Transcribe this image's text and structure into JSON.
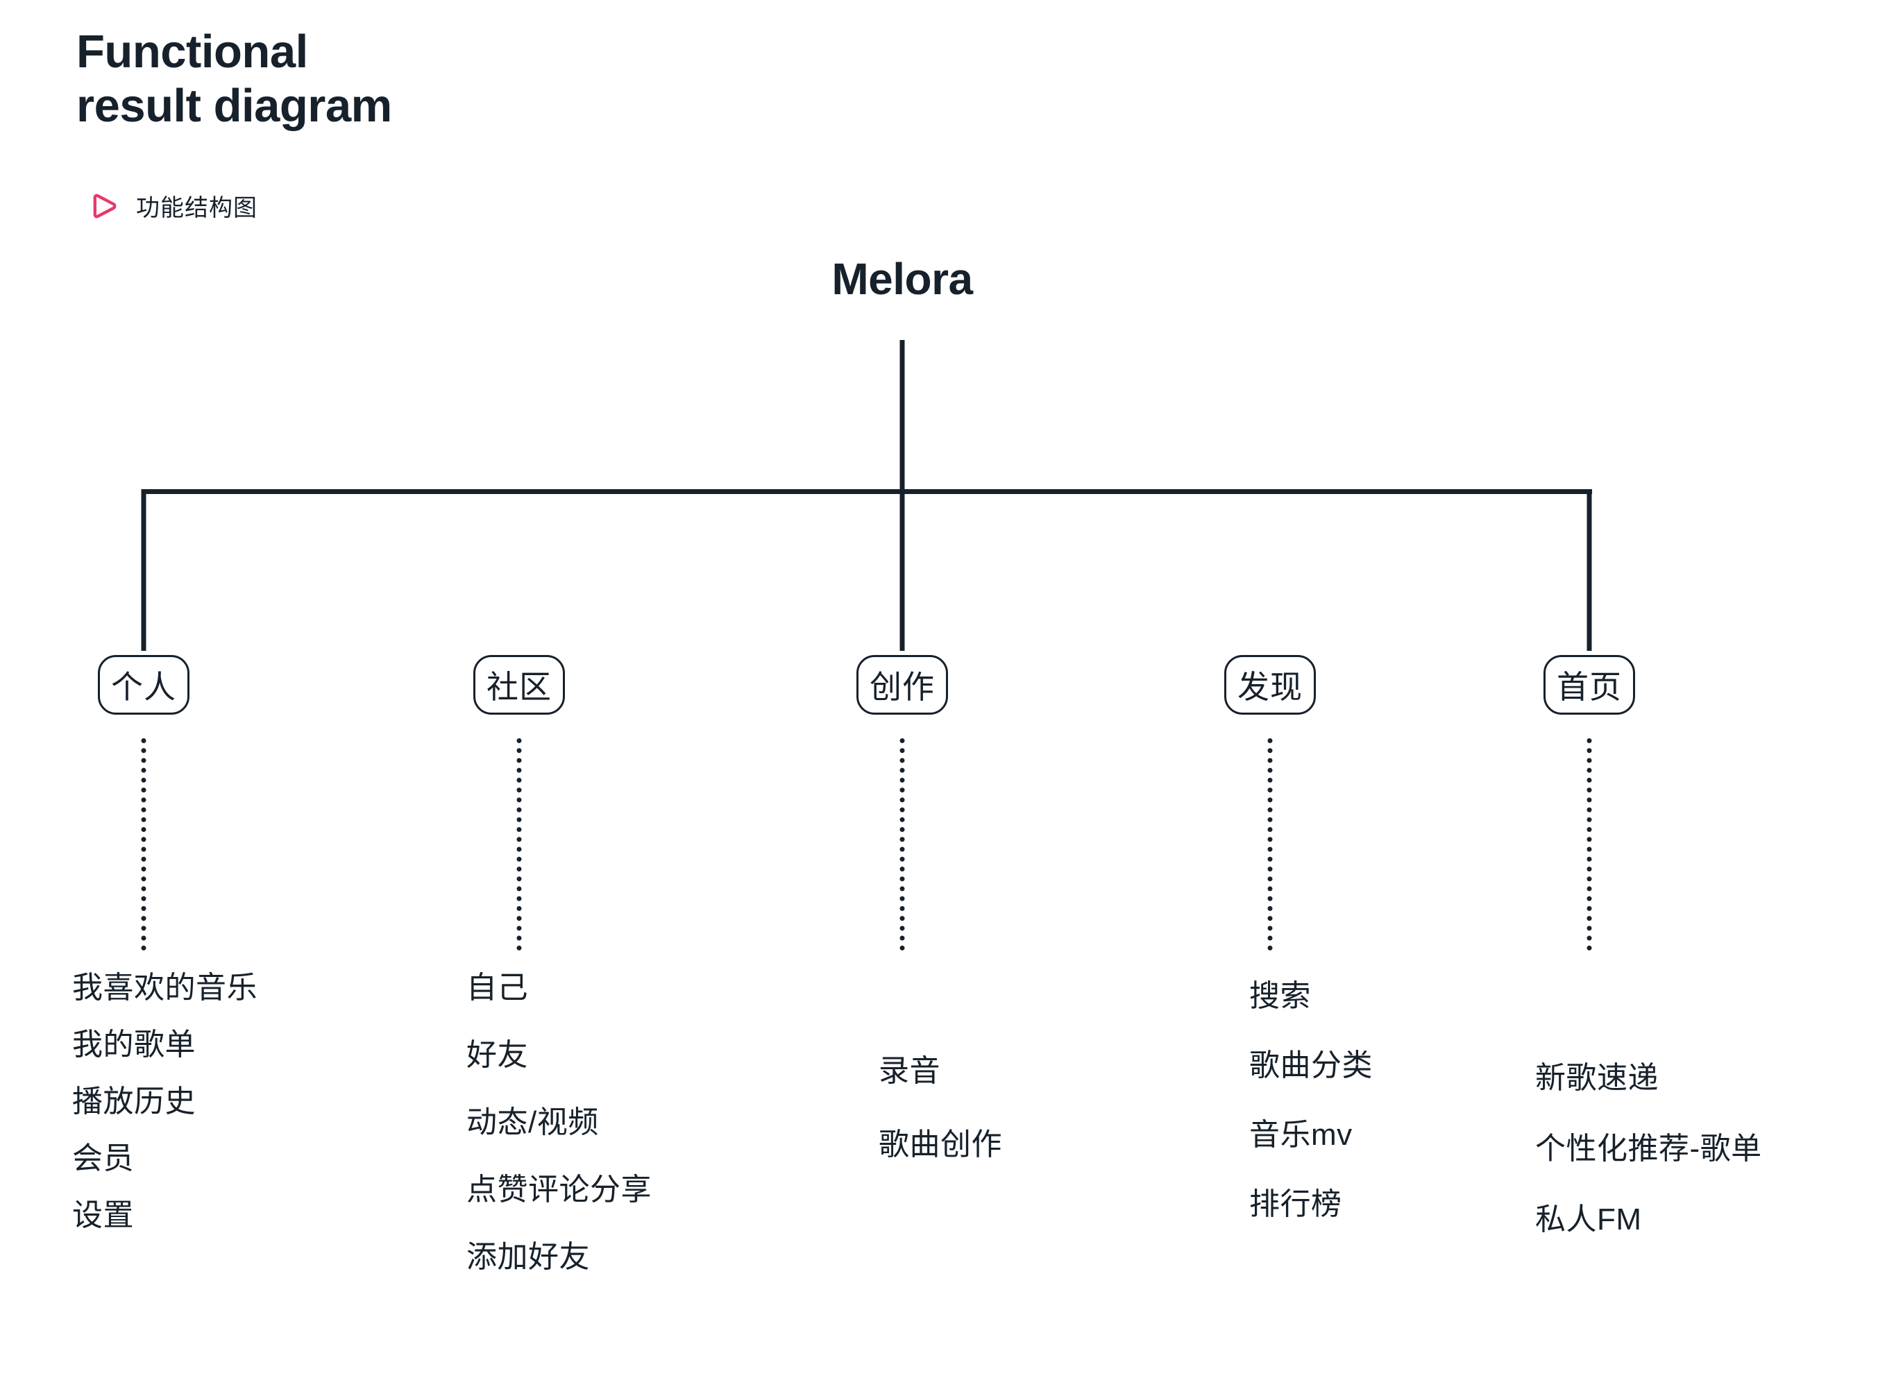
{
  "header": {
    "title": "Functional\nresult diagram",
    "subtitle": "功能结构图",
    "icon": "play-triangle-icon",
    "accent_color": "#E83A69",
    "ink_color": "#17212b",
    "background_color": "#ffffff"
  },
  "diagram": {
    "root": {
      "label": "Melora"
    },
    "branches": [
      {
        "label": "个人",
        "leaves": [
          "我喜欢的音乐",
          "我的歌单",
          "播放历史",
          "会员",
          "设置"
        ]
      },
      {
        "label": "社区",
        "leaves": [
          "自己",
          "好友",
          "动态/视频",
          "点赞评论分享",
          "添加好友"
        ]
      },
      {
        "label": "创作",
        "leaves": [
          "录音",
          "歌曲创作"
        ]
      },
      {
        "label": "发现",
        "leaves": [
          "搜索",
          "歌曲分类",
          "音乐mv",
          "排行榜"
        ]
      },
      {
        "label": "首页",
        "leaves": [
          "新歌速递",
          "个性化推荐-歌单",
          "私人FM"
        ]
      }
    ]
  }
}
